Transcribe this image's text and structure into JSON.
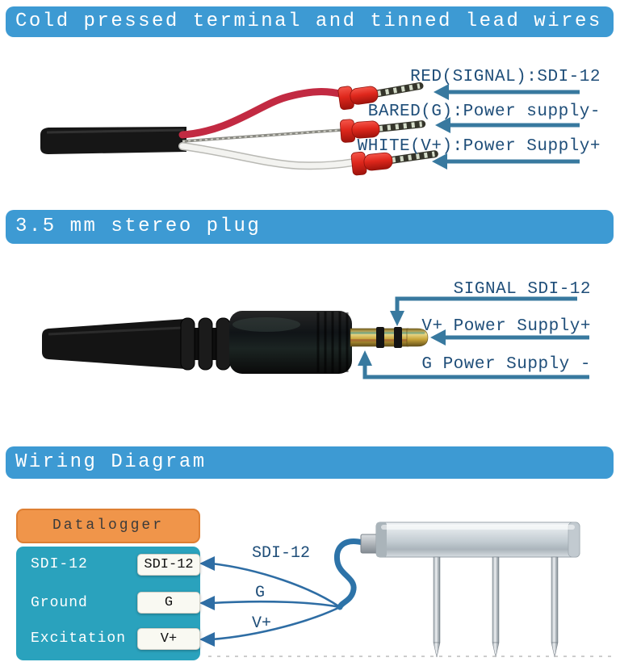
{
  "colors": {
    "header_bg": "#3d9ad3",
    "label_text": "#1f4e79",
    "arrow_blue": "#38799f",
    "wire_line": "#2e6da4",
    "datalogger_orange": "#f0954a",
    "datalogger_teal": "#2aa2bd",
    "terminal_red": "#df271c"
  },
  "section_terminals": {
    "header": "Cold pressed terminal and tinned lead wires",
    "label_red": "RED(SIGNAL):SDI-12",
    "label_bared": "BARED(G):Power supply-",
    "label_white": "WHITE(V+):Power Supply+"
  },
  "section_plug": {
    "header": "3.5 mm stereo plug",
    "label_signal": "SIGNAL SDI-12",
    "label_vplus": "V+ Power Supply+",
    "label_ground": "G Power Supply -"
  },
  "section_wiring": {
    "header": "Wiring Diagram",
    "datalogger_title": "Datalogger",
    "rows": [
      {
        "label": "SDI-12",
        "terminal": "SDI-12"
      },
      {
        "label": "Ground",
        "terminal": "G"
      },
      {
        "label": "Excitation",
        "terminal": "V+"
      }
    ],
    "wire_labels": {
      "sdi12": "SDI-12",
      "g": "G",
      "vplus": "V+"
    }
  }
}
